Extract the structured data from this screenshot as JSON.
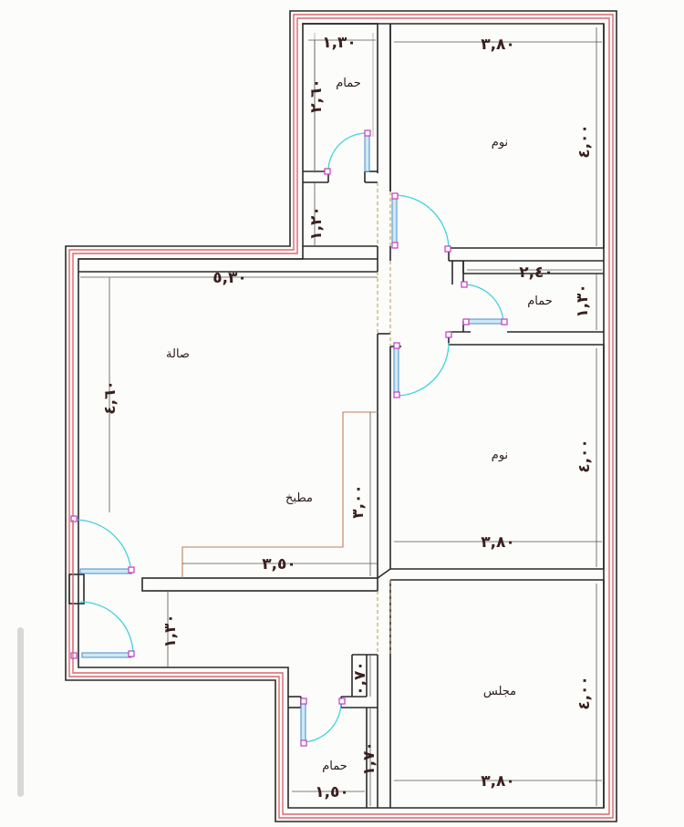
{
  "rooms": {
    "bath_top": "حمام",
    "bed_top": "نوم",
    "bath_right": "حمام",
    "living": "صالة",
    "kitchen": "مطبخ",
    "bed_mid": "نوم",
    "majlis": "مجلس",
    "bath_bottom": "حمام"
  },
  "dims": {
    "bath_top_w": "١,٣٠",
    "bath_top_h": "٢,٦٠",
    "corridor_top_h": "١,٢٠",
    "bed_top_w": "٣,٨٠",
    "bed_top_h": "٤,٠٠",
    "bath_right_w": "٢,٤٠",
    "bath_right_h": "١,٣٠",
    "living_w": "٥,٣٠",
    "living_h": "٤,٦٠",
    "kitchen_h": "٣,٠٠",
    "kitchen_w": "٣,٥٠",
    "bed_mid_h": "٤,٠٠",
    "bed_mid_w": "٣,٨٠",
    "entry_h": "١,٣٠",
    "step_h": "٠,٧٠",
    "bath_bottom_h": "١,٧٠",
    "bath_bottom_w": "١,٥٠",
    "majlis_h": "٤,٠٠",
    "majlis_w": "٣,٨٠"
  },
  "colors": {
    "wall": "#2a2a2a",
    "outer_line": "#d9676f",
    "door_arc": "#3fd3dd",
    "door_jamb": "#c33bc3",
    "kitchen_counter": "#b7815e"
  }
}
